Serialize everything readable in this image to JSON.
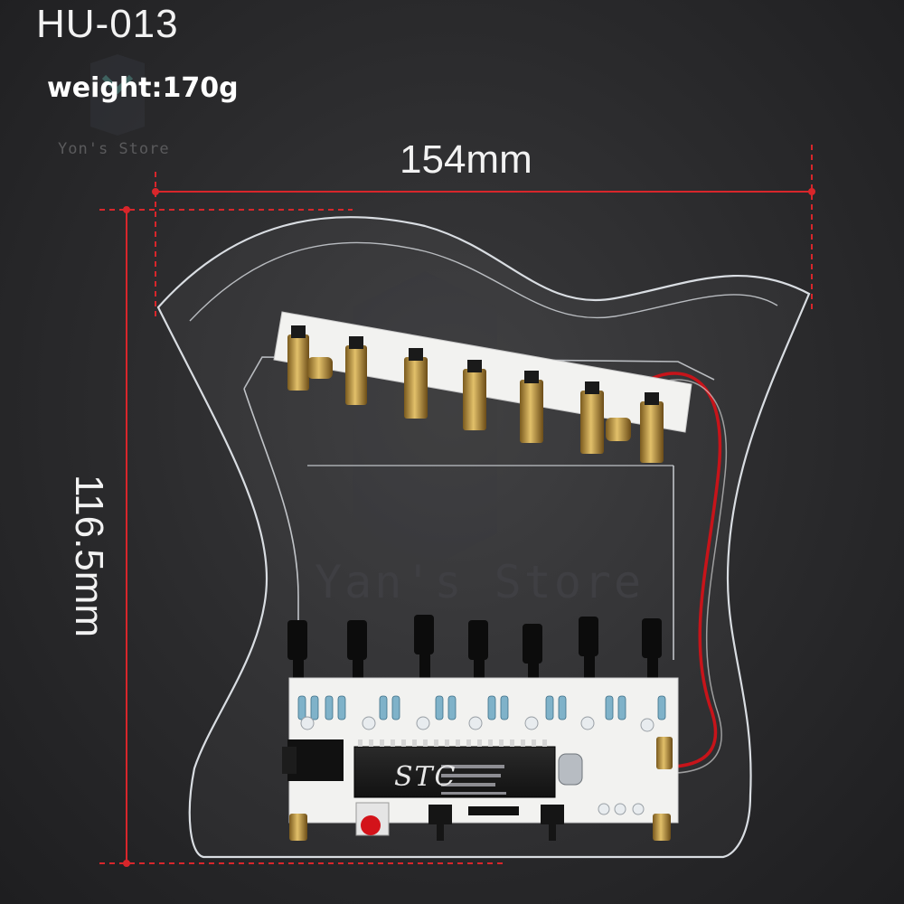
{
  "header": {
    "model": "HU-013",
    "weight": "weight:170g"
  },
  "watermark": {
    "small": "Yon's Store",
    "large": "Yan's Store"
  },
  "dimensions": {
    "width": "154mm",
    "height": "116.5mm"
  },
  "board": {
    "chip_brand": "STC"
  },
  "colors": {
    "dimension_line": "#d8262b",
    "background": "#2b2b2d",
    "acrylic_edge": "#d9dde2",
    "pcb": "#f2f2f0",
    "wire_red": "#c7141a",
    "brass": "#c9a24a",
    "sensor_black": "#0c0c0c"
  }
}
